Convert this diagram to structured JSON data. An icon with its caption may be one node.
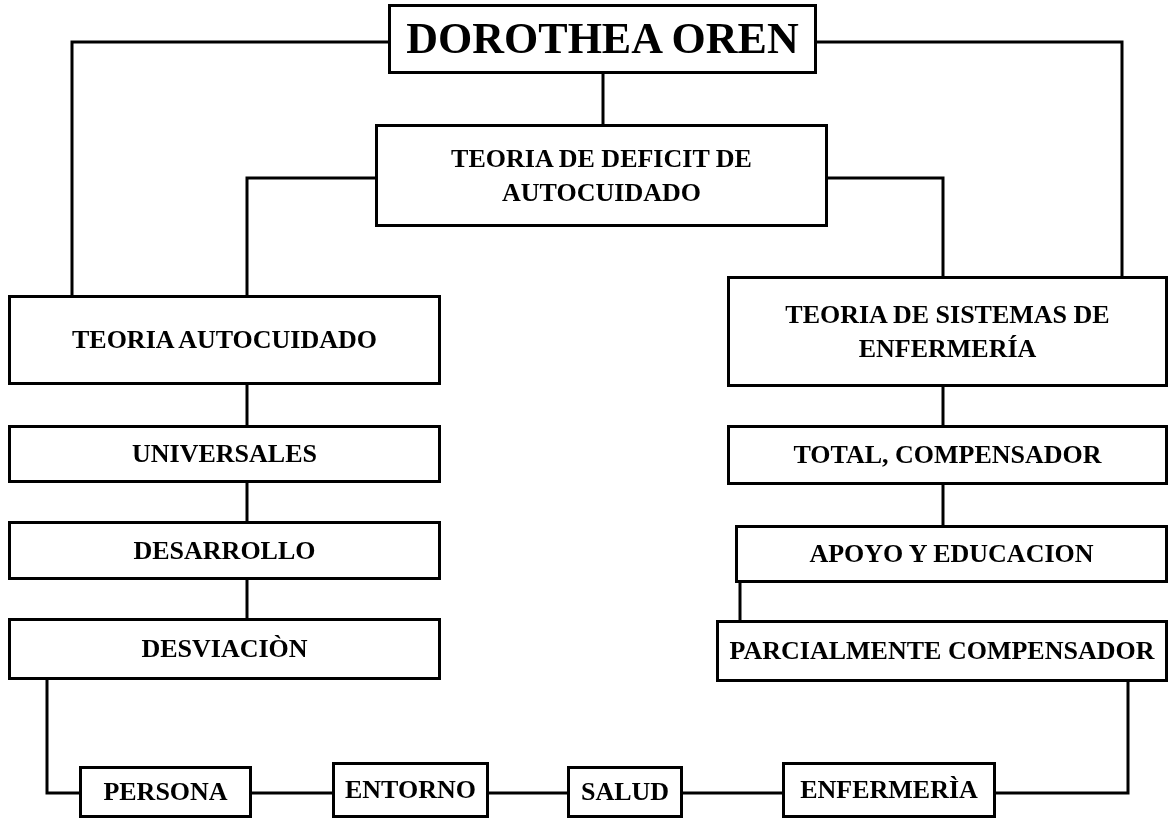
{
  "diagram": {
    "nodes": [
      {
        "text": [
          "DOROTHEA OREN"
        ]
      },
      {
        "text": [
          "TEORIA DE DEFICIT DE AUTOCUIDADO"
        ]
      },
      {
        "text": [
          "TEORIA AUTOCUIDADO"
        ]
      },
      {
        "text": [
          "TEORIA DE SISTEMAS DE ENFERMERÍA"
        ]
      },
      {
        "text": [
          "UNIVERSALES"
        ]
      },
      {
        "text": [
          "DESARROLLO"
        ]
      },
      {
        "text": [
          "DESVIACIÒN"
        ]
      },
      {
        "text": [
          "TOTAL, COMPENSADOR"
        ]
      },
      {
        "text": [
          "APOYO Y EDUCACION"
        ]
      },
      {
        "text": [
          "PARCIALMENTE COMPENSADOR"
        ]
      },
      {
        "text": [
          "PERSONA"
        ]
      },
      {
        "text": [
          "ENTORNO"
        ]
      },
      {
        "text": [
          "SALUD"
        ]
      },
      {
        "text": [
          "ENFERMERÌA"
        ]
      }
    ],
    "edges": [
      {
        "from": 0,
        "to": 1,
        "arrow": "none"
      },
      {
        "from": 0,
        "to": 2,
        "arrow": "none"
      },
      {
        "from": 0,
        "to": 3,
        "arrow": "none"
      },
      {
        "from": 1,
        "to": 2,
        "arrow": "none"
      },
      {
        "from": 1,
        "to": 3,
        "arrow": "none"
      },
      {
        "from": 2,
        "to": 4,
        "arrow": "none"
      },
      {
        "from": 4,
        "to": 5,
        "arrow": "none"
      },
      {
        "from": 5,
        "to": 6,
        "arrow": "none"
      },
      {
        "from": 3,
        "to": 7,
        "arrow": "none"
      },
      {
        "from": 7,
        "to": 8,
        "arrow": "none"
      },
      {
        "from": 8,
        "to": 9,
        "arrow": "none"
      },
      {
        "from": 6,
        "to": 10,
        "arrow": "none"
      },
      {
        "from": 10,
        "to": 11,
        "arrow": "none"
      },
      {
        "from": 11,
        "to": 12,
        "arrow": "none"
      },
      {
        "from": 12,
        "to": 13,
        "arrow": "none"
      },
      {
        "from": 9,
        "to": 13,
        "arrow": "none"
      }
    ]
  }
}
